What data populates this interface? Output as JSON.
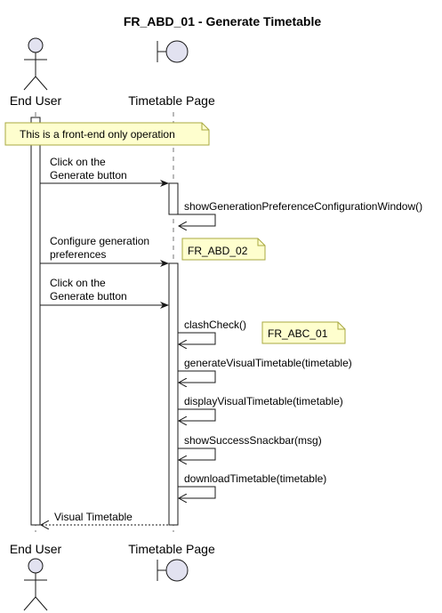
{
  "diagram": {
    "title": "FR_ABD_01 - Generate Timetable",
    "participants": {
      "end_user": {
        "name": "End User",
        "kind": "actor"
      },
      "timetable_page": {
        "name": "Timetable Page",
        "kind": "boundary"
      }
    },
    "notes": {
      "frontend_only": "This is a front-end only operation",
      "fr_abd_02": "FR_ABD_02",
      "fr_abc_01": "FR_ABC_01"
    },
    "messages": [
      {
        "from": "end_user",
        "to": "timetable_page",
        "lines": [
          "Click on the",
          "Generate button"
        ]
      },
      {
        "from": "timetable_page",
        "to": "timetable_page",
        "lines": [
          "showGenerationPreferenceConfigurationWindow()"
        ]
      },
      {
        "from": "end_user",
        "to": "timetable_page",
        "lines": [
          "Configure generation",
          "preferences"
        ]
      },
      {
        "from": "end_user",
        "to": "timetable_page",
        "lines": [
          "Click on the",
          "Generate button"
        ]
      },
      {
        "from": "timetable_page",
        "to": "timetable_page",
        "lines": [
          "clashCheck()"
        ]
      },
      {
        "from": "timetable_page",
        "to": "timetable_page",
        "lines": [
          "generateVisualTimetable(timetable)"
        ]
      },
      {
        "from": "timetable_page",
        "to": "timetable_page",
        "lines": [
          "displayVisualTimetable(timetable)"
        ]
      },
      {
        "from": "timetable_page",
        "to": "timetable_page",
        "lines": [
          "showSuccessSnackbar(msg)"
        ]
      },
      {
        "from": "timetable_page",
        "to": "timetable_page",
        "lines": [
          "downloadTimetable(timetable)"
        ]
      },
      {
        "from": "timetable_page",
        "to": "end_user",
        "lines": [
          "Visual Timetable"
        ],
        "style": "dashed"
      }
    ],
    "colors": {
      "participant_fill": "#e2e2f0",
      "participant_stroke": "#181818",
      "note_fill": "#fefece",
      "note_stroke": "#a8a840",
      "lifeline": "#181818"
    },
    "icons": {
      "end_user": "stick-figure-icon",
      "timetable_page": "boundary-icon"
    }
  }
}
